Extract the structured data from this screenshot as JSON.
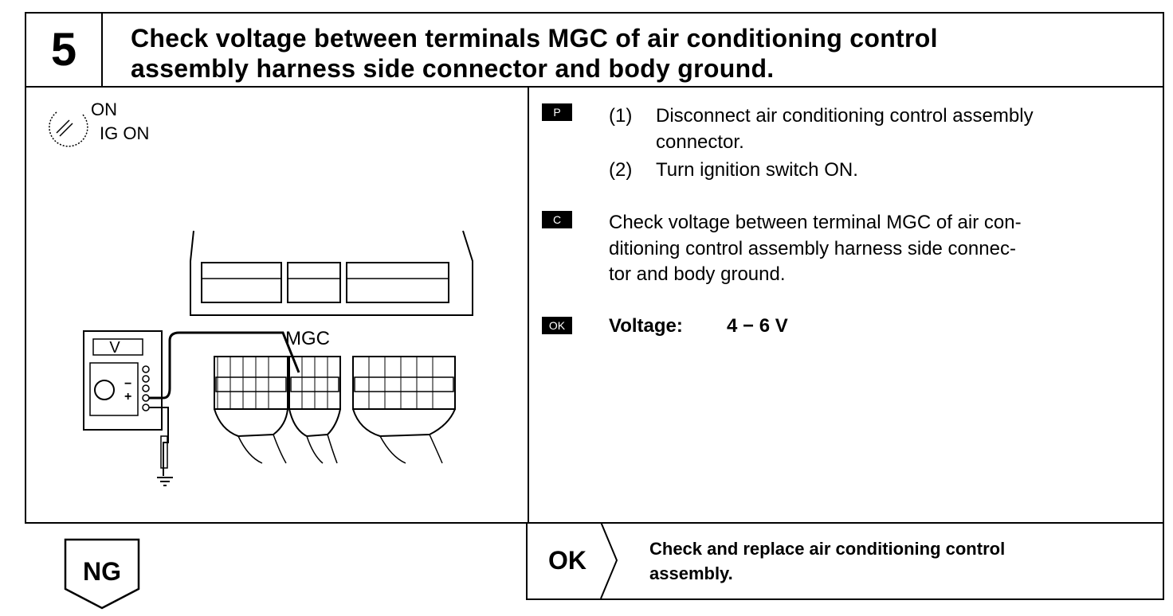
{
  "header": {
    "step_number": "5",
    "title_line1": "Check voltage between terminals MGC of air conditioning control",
    "title_line2": "assembly harness side connector and body ground."
  },
  "illustration": {
    "ign_label_on": "ON",
    "ign_label_ig_on": "IG ON",
    "meter_label": "V",
    "terminal_label": "MGC",
    "minus_label": "−",
    "plus_label": "+"
  },
  "steps": {
    "p_badge": "P",
    "p_items": [
      {
        "num": "(1)",
        "line1": "Disconnect air conditioning control assembly",
        "line2": "connector."
      },
      {
        "num": "(2)",
        "line1": "Turn ignition switch ON."
      }
    ],
    "c_badge": "C",
    "c_lines": [
      "Check voltage between terminal MGC of air con-",
      "ditioning control assembly harness side connec-",
      "tor and body ground."
    ],
    "ok_badge": "OK",
    "spec_label": "Voltage:",
    "spec_value": "4 − 6 V"
  },
  "result": {
    "ng_label": "NG",
    "ok_label": "OK",
    "ok_line1": "Check and replace air conditioning control",
    "ok_line2": "assembly."
  }
}
